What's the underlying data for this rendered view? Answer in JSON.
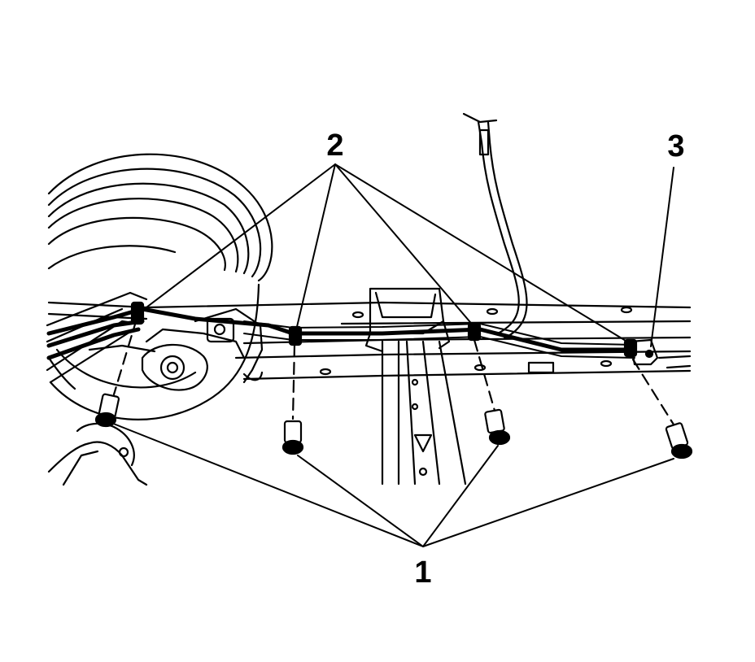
{
  "callouts": {
    "bolts": "1",
    "clips": "2",
    "bracket": "3"
  },
  "colors": {
    "ink": "#000000",
    "background": "#ffffff"
  }
}
